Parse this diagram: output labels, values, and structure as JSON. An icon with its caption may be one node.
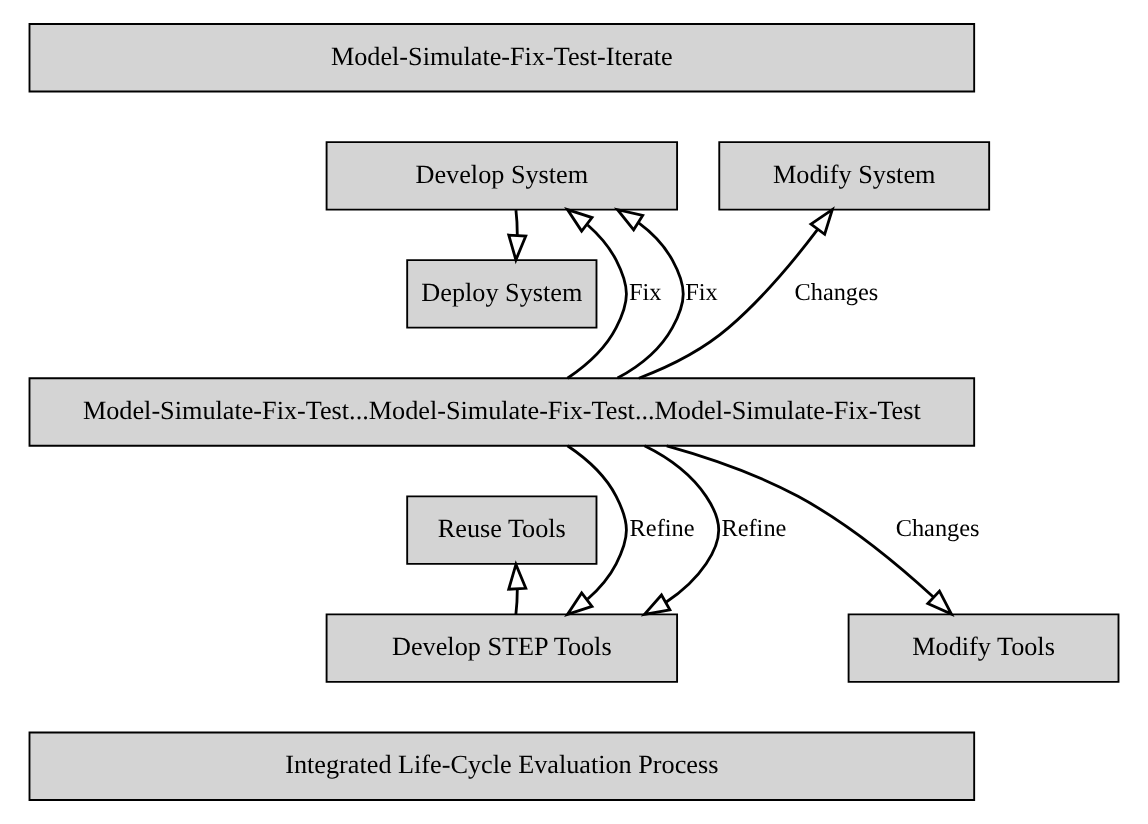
{
  "diagram": {
    "nodes": [
      {
        "text": [
          "Model-Simulate-Fix-Test-Iterate"
        ]
      },
      {
        "text": [
          "Develop System"
        ]
      },
      {
        "text": [
          "Modify System"
        ]
      },
      {
        "text": [
          "Deploy System"
        ]
      },
      {
        "text": [
          "Model-Simulate-Fix-Test...Model-Simulate-Fix-Test...Model-Simulate-Fix-Test"
        ]
      },
      {
        "text": [
          "Reuse Tools"
        ]
      },
      {
        "text": [
          "Develop STEP Tools"
        ]
      },
      {
        "text": [
          "Modify Tools"
        ]
      },
      {
        "text": [
          "Integrated Life-Cycle Evaluation Process"
        ]
      }
    ],
    "edges": [
      {
        "from": 1,
        "to": 3,
        "arrow": "to"
      },
      {
        "from": 4,
        "to": 1,
        "arrow": "to",
        "label": "Fix"
      },
      {
        "from": 4,
        "to": 1,
        "arrow": "to",
        "label": "Fix"
      },
      {
        "from": 4,
        "to": 2,
        "arrow": "to",
        "label": "Changes"
      },
      {
        "from": 4,
        "to": 6,
        "arrow": "to",
        "label": "Refine"
      },
      {
        "from": 4,
        "to": 6,
        "arrow": "to",
        "label": "Refine"
      },
      {
        "from": 4,
        "to": 7,
        "arrow": "to",
        "label": "Changes"
      },
      {
        "from": 6,
        "to": 5,
        "arrow": "to"
      }
    ]
  }
}
